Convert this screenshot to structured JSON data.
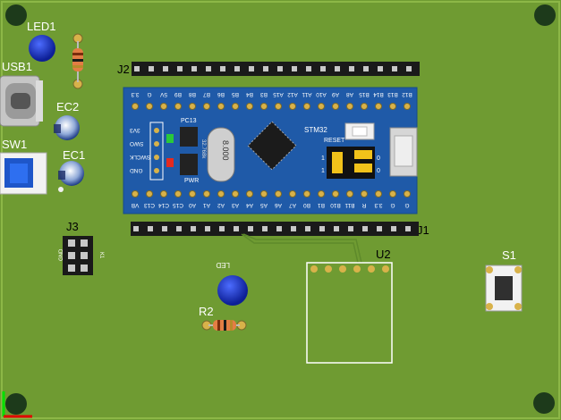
{
  "labels": {
    "led1": "LED1",
    "usb1": "USB1",
    "ec2": "EC2",
    "ec1": "EC1",
    "sw1": "SW1",
    "j2": "J2",
    "j1": "J1",
    "j3": "J3",
    "u2": "U2",
    "s1": "S1",
    "r2": "R2",
    "led_small": "LED"
  },
  "module": {
    "top_pins": [
      "3.3",
      "G",
      "5V",
      "B9",
      "B8",
      "B7",
      "B6",
      "B5",
      "B4",
      "B3",
      "A15",
      "A12",
      "A11",
      "A10",
      "A9",
      "A8",
      "B15",
      "B14",
      "B13",
      "B12"
    ],
    "bottom_pins": [
      "VB",
      "C13",
      "C14",
      "C15",
      "A0",
      "A1",
      "A2",
      "A3",
      "A4",
      "A5",
      "A6",
      "A7",
      "B0",
      "B1",
      "B10",
      "B11",
      "R",
      "3.3",
      "G",
      "G"
    ],
    "side_labels": [
      "3V3",
      "SWO",
      "SWCLK",
      "GND"
    ],
    "pc13": "PC13",
    "pwr": "PWR",
    "crystal": "8.000",
    "crystal_side": "32.768k",
    "chip_name": "STM32",
    "reset": "RESET",
    "jumper_vals": [
      "1",
      "1",
      "0",
      "0"
    ]
  },
  "j3_side": "GND",
  "j3_side_right": "K1",
  "colors": {
    "pcb": "#6f9b32",
    "module_blue": "#1f5aa8",
    "header_black": "#1a1a1a",
    "pad_gold": "#d8b24a",
    "jumper_yellow": "#f1c21a"
  }
}
